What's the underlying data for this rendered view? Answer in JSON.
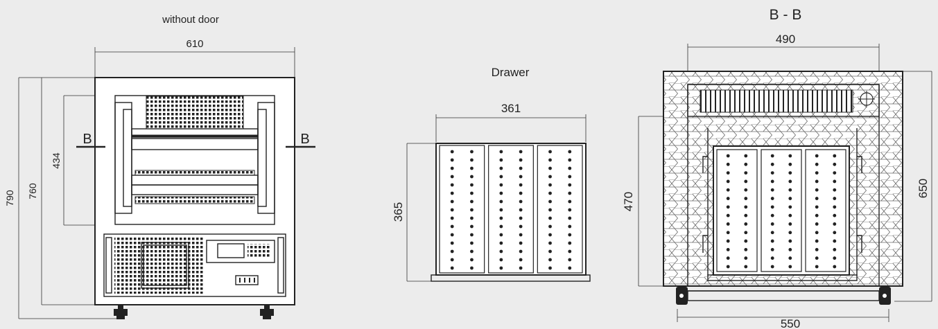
{
  "front_view": {
    "title": "without door",
    "dim_width": "610",
    "dim_height_overall": "790",
    "dim_height_body": "760",
    "dim_height_chamber": "434",
    "section_left": "B",
    "section_right": "B"
  },
  "drawer_view": {
    "title": "Drawer",
    "dim_width": "361",
    "dim_depth": "365"
  },
  "section_view": {
    "title": "B - B",
    "dim_inner_width": "490",
    "dim_outer_width": "550",
    "dim_height_inner": "470",
    "dim_height_outer": "650"
  },
  "colors": {
    "background": "#ececec",
    "line": "#222222",
    "fill": "#ffffff"
  }
}
